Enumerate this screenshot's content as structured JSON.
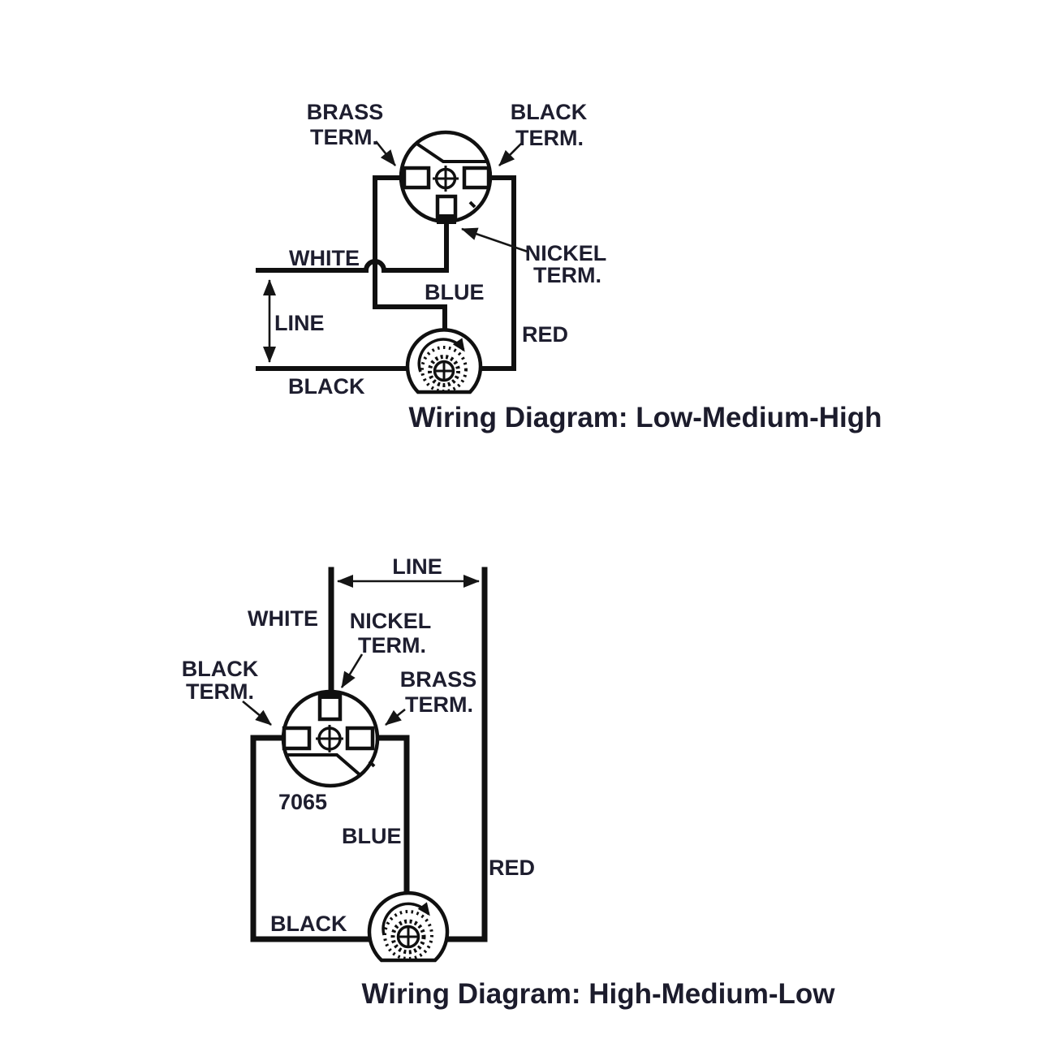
{
  "colors": {
    "background": "#ffffff",
    "line_ink": "#101010",
    "label_ink": "#1e1e2f"
  },
  "diagram_top": {
    "caption": "Wiring Diagram: Low-Medium-High",
    "labels": {
      "brass_term": [
        "BRASS",
        "TERM."
      ],
      "black_term": [
        "BLACK",
        "TERM."
      ],
      "nickel_term": [
        "NICKEL",
        "TERM."
      ],
      "white": "WHITE",
      "blue": "BLUE",
      "red": "RED",
      "line": "LINE",
      "black": "BLACK"
    }
  },
  "diagram_bottom": {
    "caption": "Wiring Diagram: High-Medium-Low",
    "switch_part_number": "7065",
    "labels": {
      "line": "LINE",
      "white": "WHITE",
      "nickel_term": [
        "NICKEL",
        "TERM."
      ],
      "black_term": [
        "BLACK",
        "TERM."
      ],
      "brass_term": [
        "BRASS",
        "TERM."
      ],
      "blue": "BLUE",
      "red": "RED",
      "black": "BLACK"
    }
  }
}
